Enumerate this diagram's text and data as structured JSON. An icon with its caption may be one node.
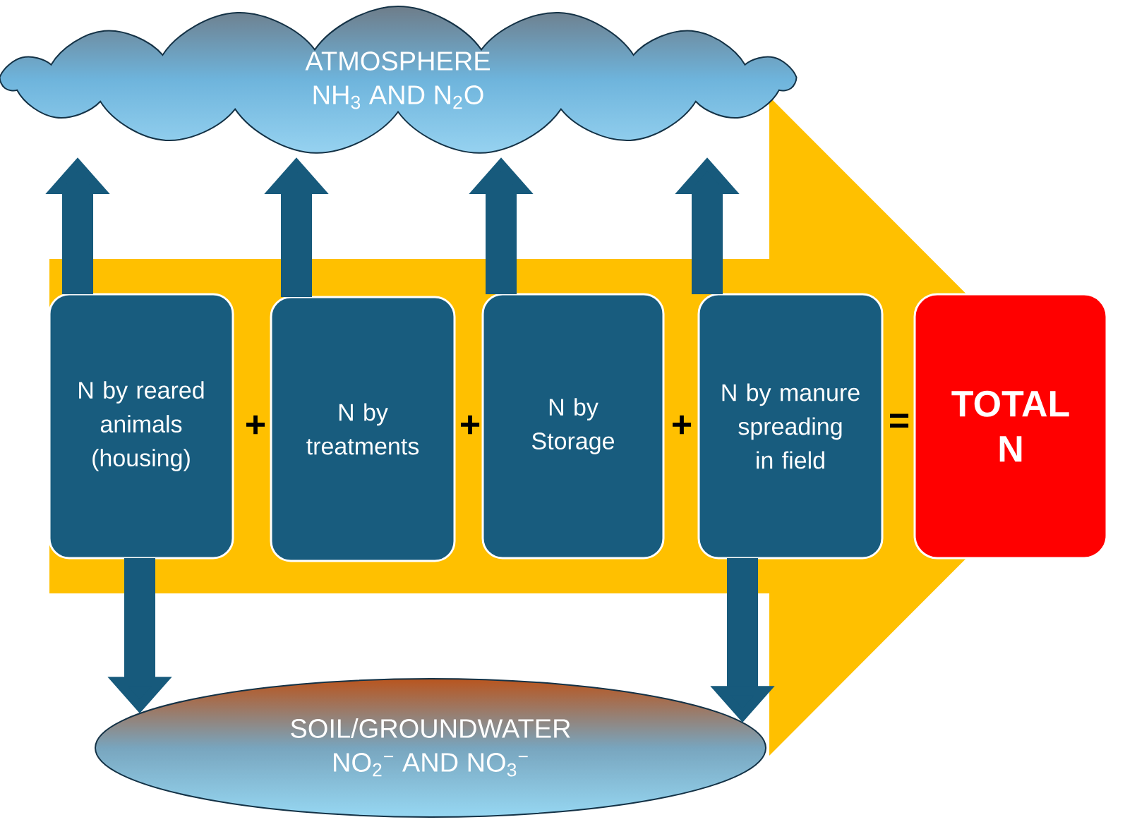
{
  "diagram": {
    "nodes": [
      {
        "text": [
          "ATMOSPHERE",
          "NH$_{3}$ AND N$_{2}$O"
        ]
      },
      {
        "text": [
          "N by reared animals (housing)"
        ]
      },
      {
        "text": [
          "N by treatments"
        ]
      },
      {
        "text": [
          "N by Storage"
        ]
      },
      {
        "text": [
          "N by manure spreading in field"
        ]
      },
      {
        "text": [
          "TOTAL N"
        ]
      },
      {
        "text": [
          "SOIL/GROUNDWATER",
          "NO$_{2}$$^{−}$ AND NO$_{3}$$^{−}$"
        ]
      }
    ],
    "edges": [
      {
        "from": 1,
        "to": 0,
        "arrow": "to"
      },
      {
        "from": 2,
        "to": 0,
        "arrow": "to"
      },
      {
        "from": 3,
        "to": 0,
        "arrow": "to"
      },
      {
        "from": 4,
        "to": 0,
        "arrow": "to"
      },
      {
        "from": 1,
        "to": 6,
        "arrow": "to"
      },
      {
        "from": 4,
        "to": 6,
        "arrow": "to"
      },
      {
        "from": 1,
        "to": 5,
        "arrow": "to",
        "style": "thick",
        "color": "#ffc000"
      }
    ],
    "labels": [
      "+",
      "+",
      "+",
      "="
    ]
  }
}
